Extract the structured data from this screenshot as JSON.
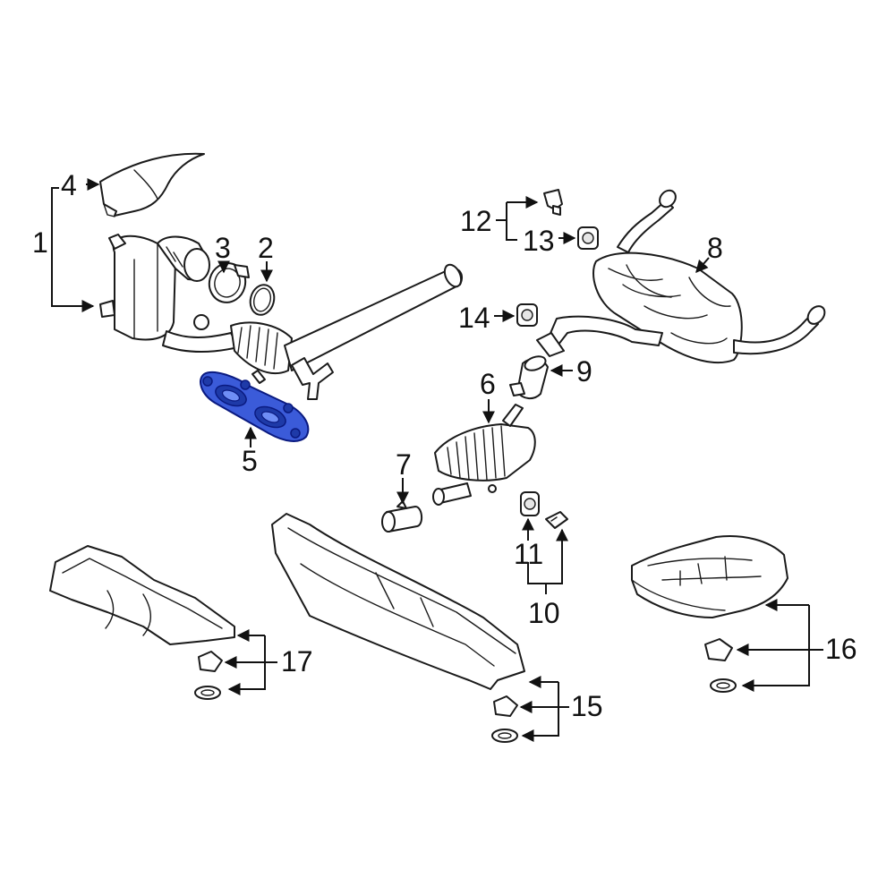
{
  "highlight_color": "#3b5bd9",
  "callouts": {
    "c1": "1",
    "c2": "2",
    "c3": "3",
    "c4": "4",
    "c5": "5",
    "c6": "6",
    "c7": "7",
    "c8": "8",
    "c9": "9",
    "c10": "10",
    "c11": "11",
    "c12": "12",
    "c13": "13",
    "c14": "14",
    "c15": "15",
    "c16": "16",
    "c17": "17"
  },
  "highlighted_part": "5"
}
